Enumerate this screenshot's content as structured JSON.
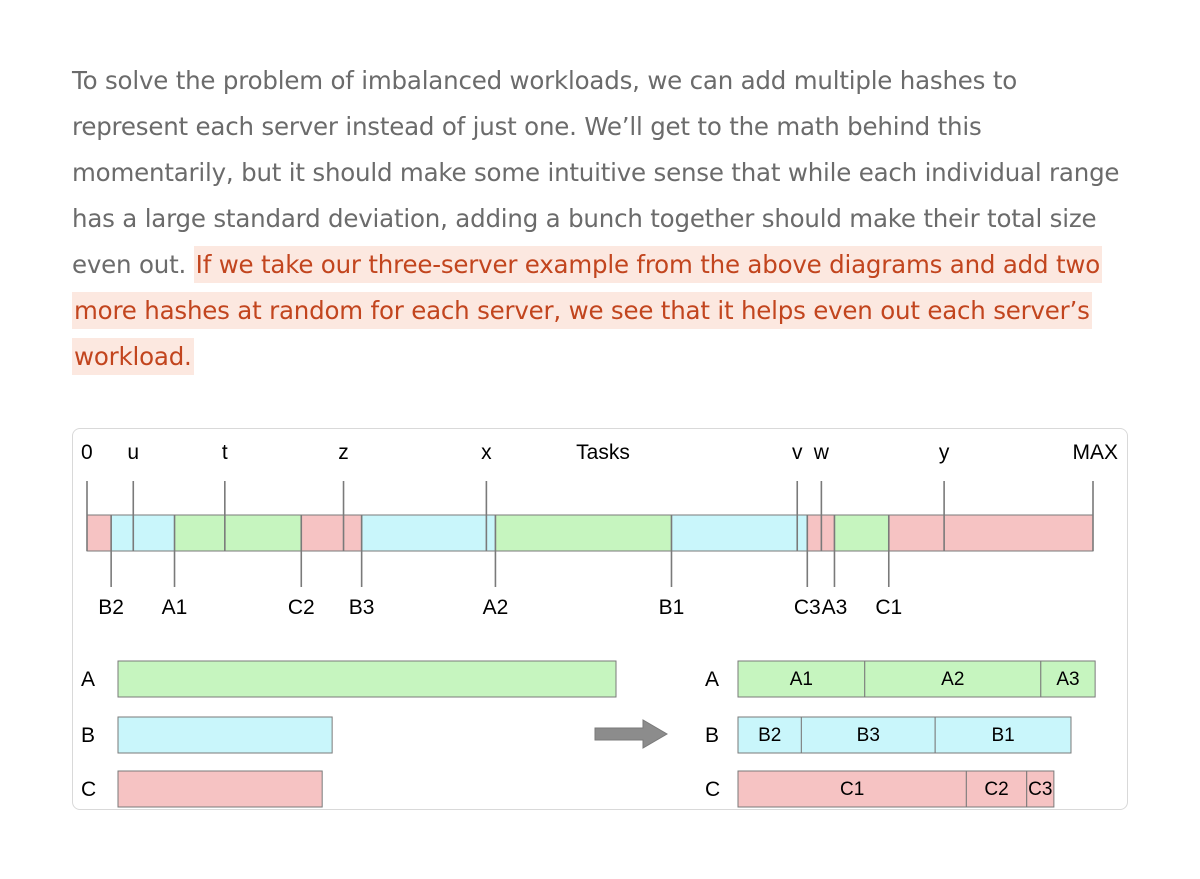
{
  "paragraph": {
    "normal_text": "To solve the problem of imbalanced workloads, we can add multiple hashes to represent each server instead of just one. We’ll get to the math behind this momentarily, but it should make some intuitive sense that while each individual range has a large standard deviation, adding a bunch together should make their total size even out. ",
    "highlighted_text": "If we take our three-server example from the above diagrams and add two more hashes at random for each server, we see that it helps even out each server’s workload."
  },
  "diagram": {
    "colors": {
      "A": "#c6f5bf",
      "B": "#c9f6fb",
      "C": "#f6c3c3",
      "line": "#7a7a7a",
      "arrow": "#8c8c8c"
    },
    "top_labels": [
      {
        "text": "0",
        "pos": 0
      },
      {
        "text": "u",
        "pos": 0.046
      },
      {
        "text": "t",
        "pos": 0.137
      },
      {
        "text": "z",
        "pos": 0.255
      },
      {
        "text": "x",
        "pos": 0.397
      },
      {
        "text": "Tasks",
        "pos": null
      },
      {
        "text": "v",
        "pos": 0.706
      },
      {
        "text": "w",
        "pos": 0.73
      },
      {
        "text": "y",
        "pos": 0.852
      },
      {
        "text": "MAX",
        "pos": 1
      }
    ],
    "ring_segments": [
      {
        "server": "C",
        "from": 0,
        "to": 0.024
      },
      {
        "server": "B",
        "from": 0.024,
        "to": 0.087
      },
      {
        "server": "A",
        "from": 0.087,
        "to": 0.213
      },
      {
        "server": "C",
        "from": 0.213,
        "to": 0.273
      },
      {
        "server": "B",
        "from": 0.273,
        "to": 0.406
      },
      {
        "server": "A",
        "from": 0.406,
        "to": 0.581
      },
      {
        "server": "B",
        "from": 0.581,
        "to": 0.716
      },
      {
        "server": "C",
        "from": 0.716,
        "to": 0.743
      },
      {
        "server": "A",
        "from": 0.743,
        "to": 0.797
      },
      {
        "server": "C",
        "from": 0.797,
        "to": 1
      }
    ],
    "hash_labels": [
      {
        "text": "B2",
        "pos": 0.024
      },
      {
        "text": "A1",
        "pos": 0.087
      },
      {
        "text": "C2",
        "pos": 0.213
      },
      {
        "text": "B3",
        "pos": 0.273
      },
      {
        "text": "A2",
        "pos": 0.406
      },
      {
        "text": "B1",
        "pos": 0.581
      },
      {
        "text": "C3",
        "pos": 0.716
      },
      {
        "text": "A3",
        "pos": 0.743
      },
      {
        "text": "C1",
        "pos": 0.797
      }
    ],
    "before": {
      "rows": [
        {
          "label": "A",
          "server": "A",
          "fraction": 1.0
        },
        {
          "label": "B",
          "server": "B",
          "fraction": 0.43
        },
        {
          "label": "C",
          "server": "C",
          "fraction": 0.41
        }
      ]
    },
    "after": {
      "rows": [
        {
          "label": "A",
          "server": "A",
          "parts": [
            {
              "text": "A1",
              "size": 0.126
            },
            {
              "text": "A2",
              "size": 0.175
            },
            {
              "text": "A3",
              "size": 0.054
            }
          ]
        },
        {
          "label": "B",
          "server": "B",
          "parts": [
            {
              "text": "B2",
              "size": 0.063
            },
            {
              "text": "B3",
              "size": 0.133
            },
            {
              "text": "B1",
              "size": 0.135
            }
          ]
        },
        {
          "label": "C",
          "server": "C",
          "parts": [
            {
              "text": "C1",
              "size": 0.227
            },
            {
              "text": "C2",
              "size": 0.06
            },
            {
              "text": "C3",
              "size": 0.027
            }
          ]
        }
      ]
    }
  }
}
